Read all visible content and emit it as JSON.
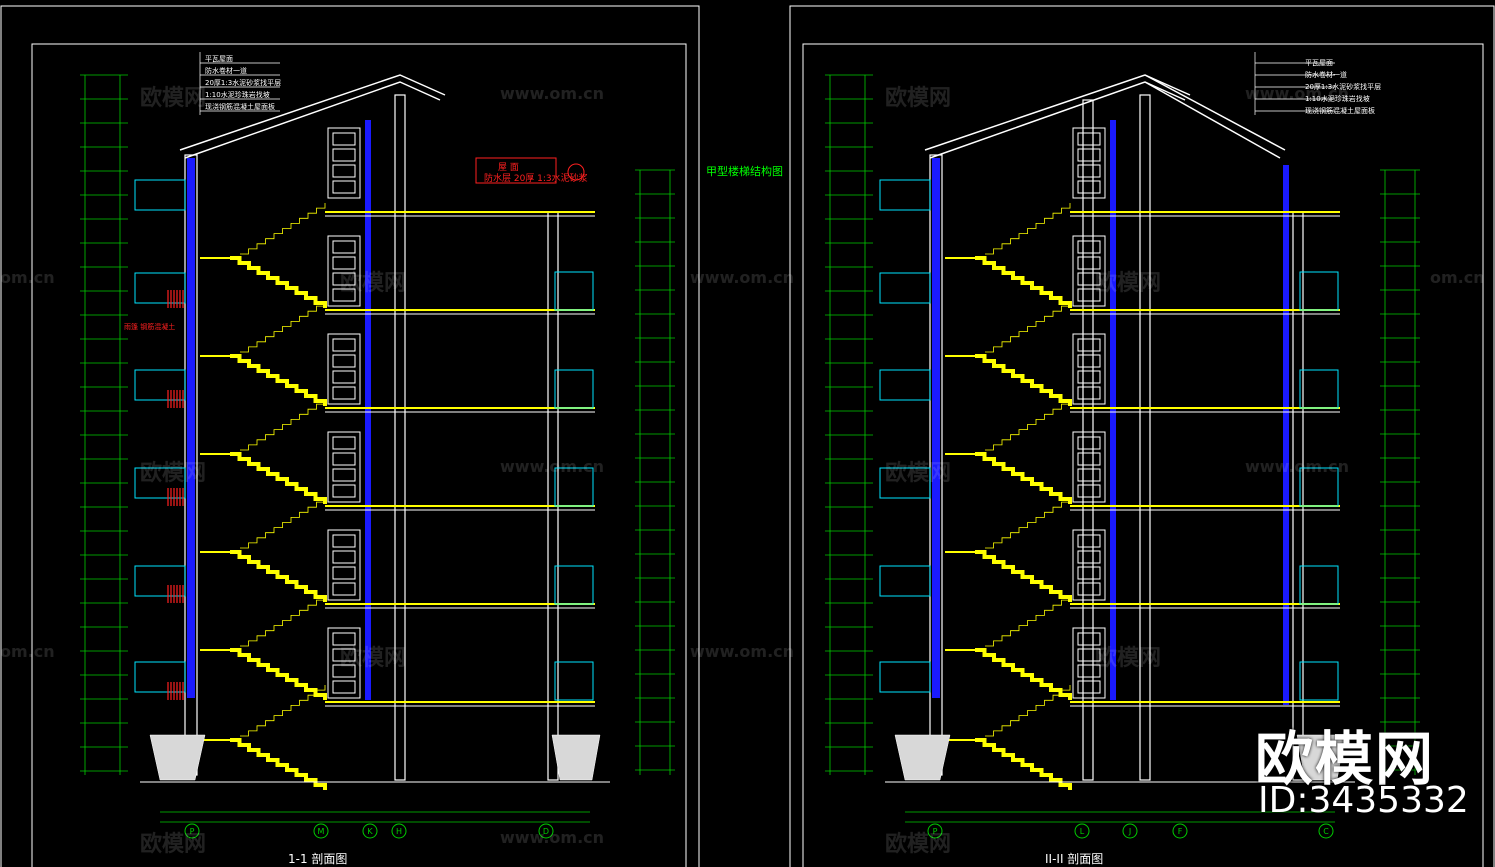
{
  "watermark": {
    "brand": "欧模网",
    "url": "www.om.cn",
    "url_short": "om.cn",
    "id_text": "ID:3435332"
  },
  "drawings": {
    "left": {
      "title": "1-1 剖面图",
      "side_note": "甲型楼梯结构图",
      "roof_notes": [
        "平瓦屋面",
        "防水卷材一道",
        "20厚1:3水泥砂浆找平层",
        "1:10水泥珍珠岩找坡",
        "现浇钢筋混凝土屋面板"
      ],
      "red_note_title": "屋 面",
      "red_note_text": "防水层 20厚 1:3水泥砂浆",
      "red_side_note": "雨篷 钢筋混凝土",
      "axis_labels": [
        "P",
        "M",
        "K",
        "H",
        "D"
      ]
    },
    "right": {
      "title": "II-II 剖面图",
      "roof_notes": [
        "平瓦屋面",
        "防水卷材一道",
        "20厚1:3水泥砂浆找平层",
        "1:10水泥珍珠岩找坡",
        "现浇钢筋混凝土屋面板"
      ],
      "axis_labels": [
        "P",
        "L",
        "J",
        "F",
        "C"
      ]
    }
  },
  "colors": {
    "background": "#000000",
    "frame": "#ffffff",
    "stairs": "#ffff00",
    "dims": "#00cc00",
    "walls": "#ffffff",
    "windows": "#1a1aff",
    "cyan": "#00e5ff",
    "red": "#ff2020"
  }
}
